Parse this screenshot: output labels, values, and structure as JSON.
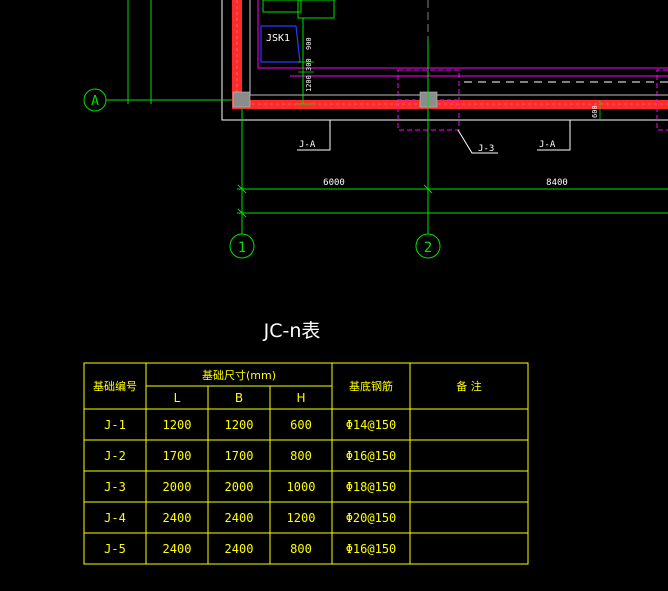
{
  "colors": {
    "background": "#000000",
    "axis_green": "#00e000",
    "wall_red": "#ff2b2b",
    "wall_white": "#ffffff",
    "magenta": "#ff00ff",
    "column_gray": "#8c8c8c",
    "blue": "#2b3bff",
    "table_yellow": "#ffff00",
    "dim_text": "#ffffff"
  },
  "plan": {
    "grid_row_label": "A",
    "grid_col_labels": [
      "1",
      "2"
    ],
    "opening_label": "JSK1",
    "dim_vertical_labels": [
      "900",
      "300",
      "1200"
    ],
    "dim_right_label": "600",
    "footing_labels": [
      "J-A",
      "J-3",
      "J-A"
    ],
    "span_labels": [
      "6000",
      "8400"
    ]
  },
  "table": {
    "title": "JC-n表",
    "header_id": "基础编号",
    "header_size": "基础尺寸(mm)",
    "header_size_cols": [
      "L",
      "B",
      "H"
    ],
    "header_rebar": "基底钢筋",
    "header_note": "备 注",
    "rows": [
      {
        "id": "J-1",
        "L": "1200",
        "B": "1200",
        "H": "600",
        "rebar": "Φ14@150",
        "note": ""
      },
      {
        "id": "J-2",
        "L": "1700",
        "B": "1700",
        "H": "800",
        "rebar": "Φ16@150",
        "note": ""
      },
      {
        "id": "J-3",
        "L": "2000",
        "B": "2000",
        "H": "1000",
        "rebar": "Φ18@150",
        "note": ""
      },
      {
        "id": "J-4",
        "L": "2400",
        "B": "2400",
        "H": "1200",
        "rebar": "Φ20@150",
        "note": ""
      },
      {
        "id": "J-5",
        "L": "2400",
        "B": "2400",
        "H": "800",
        "rebar": "Φ16@150",
        "note": ""
      }
    ]
  }
}
